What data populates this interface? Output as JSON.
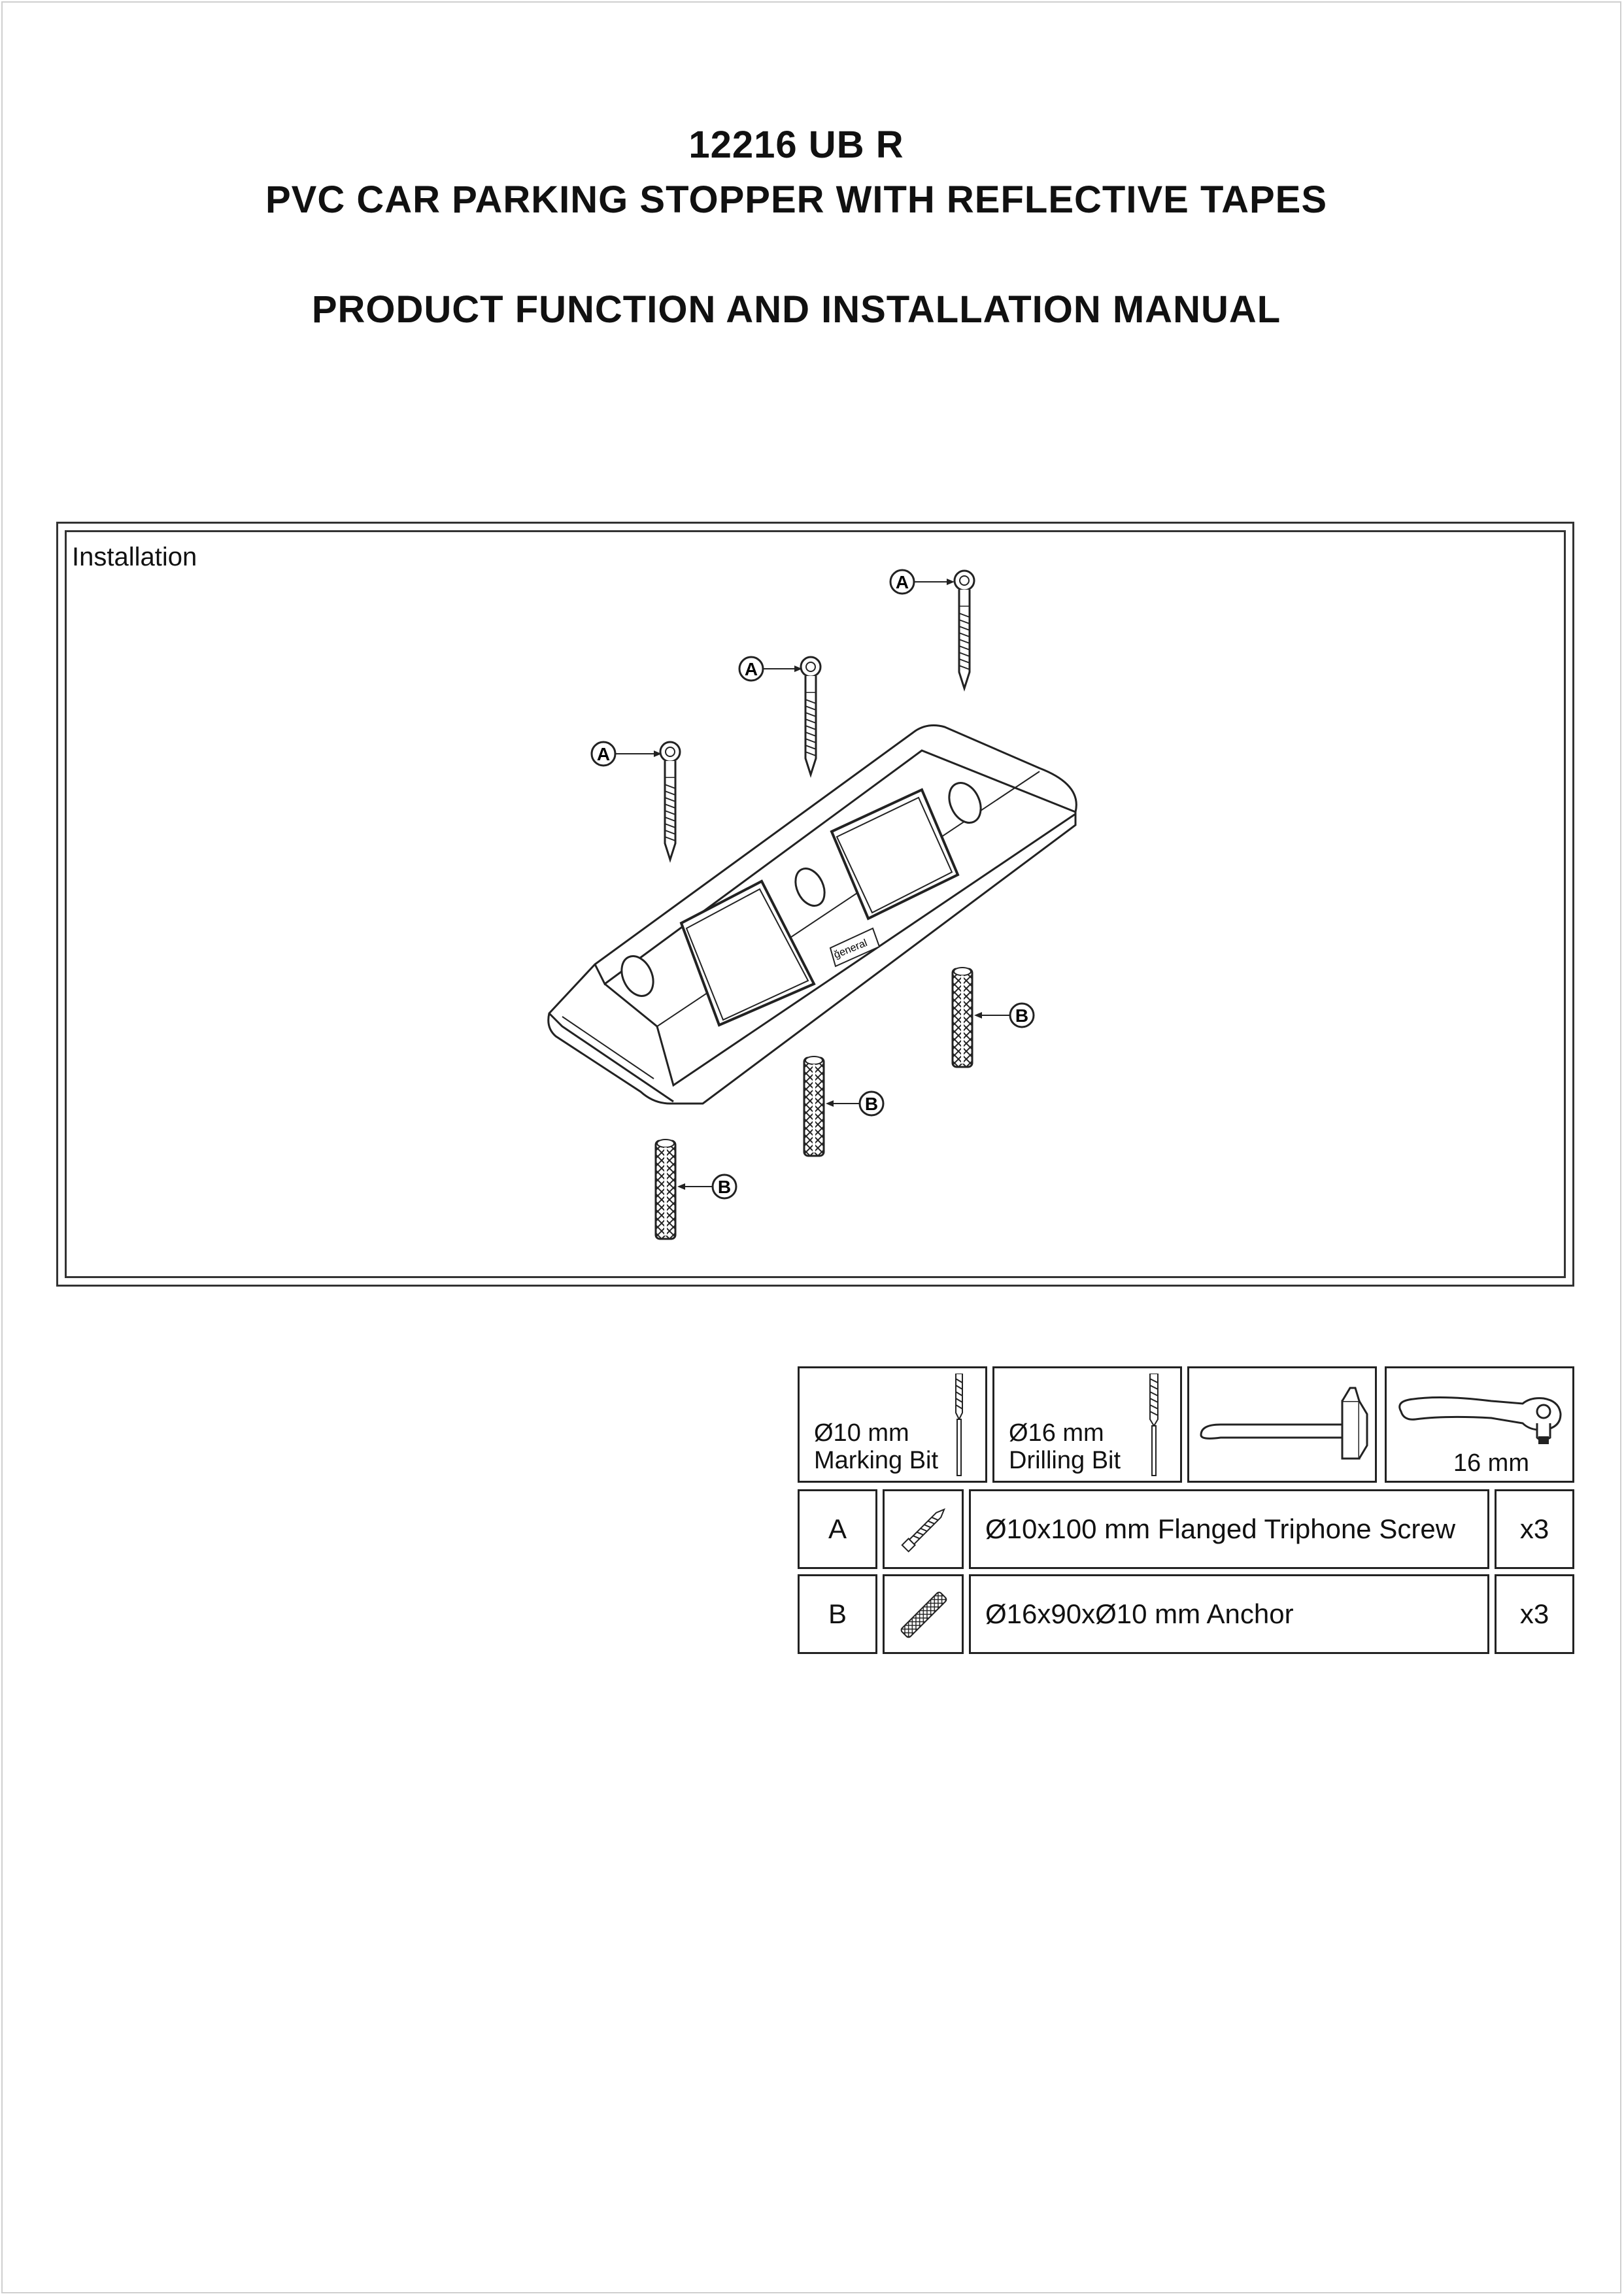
{
  "header": {
    "model": "12216 UB R",
    "product_name": "PVC CAR PARKING STOPPER WITH REFLECTIVE TAPES",
    "manual_title": "PRODUCT FUNCTION AND INSTALLATION MANUAL"
  },
  "installation": {
    "label": "Installation",
    "callout_a": "A",
    "callout_b": "B",
    "logo_text": "ğeneral"
  },
  "tools": [
    {
      "size": "Ø10 mm",
      "name": "Marking Bit",
      "icon": "marking-bit-icon"
    },
    {
      "size": "Ø16 mm",
      "name": "Drilling Bit",
      "icon": "drilling-bit-icon"
    },
    {
      "icon": "hammer-icon"
    },
    {
      "size": "16 mm",
      "icon": "ratchet-wrench-icon"
    }
  ],
  "parts": [
    {
      "code": "A",
      "description": "Ø10x100 mm Flanged Triphone Screw",
      "qty": "x3",
      "icon": "screw-icon"
    },
    {
      "code": "B",
      "description": "Ø16x90xØ10 mm Anchor",
      "qty": "x3",
      "icon": "anchor-icon"
    }
  ],
  "colors": {
    "line": "#222222",
    "frame": "#333333",
    "page_border": "#cfcfcf"
  }
}
